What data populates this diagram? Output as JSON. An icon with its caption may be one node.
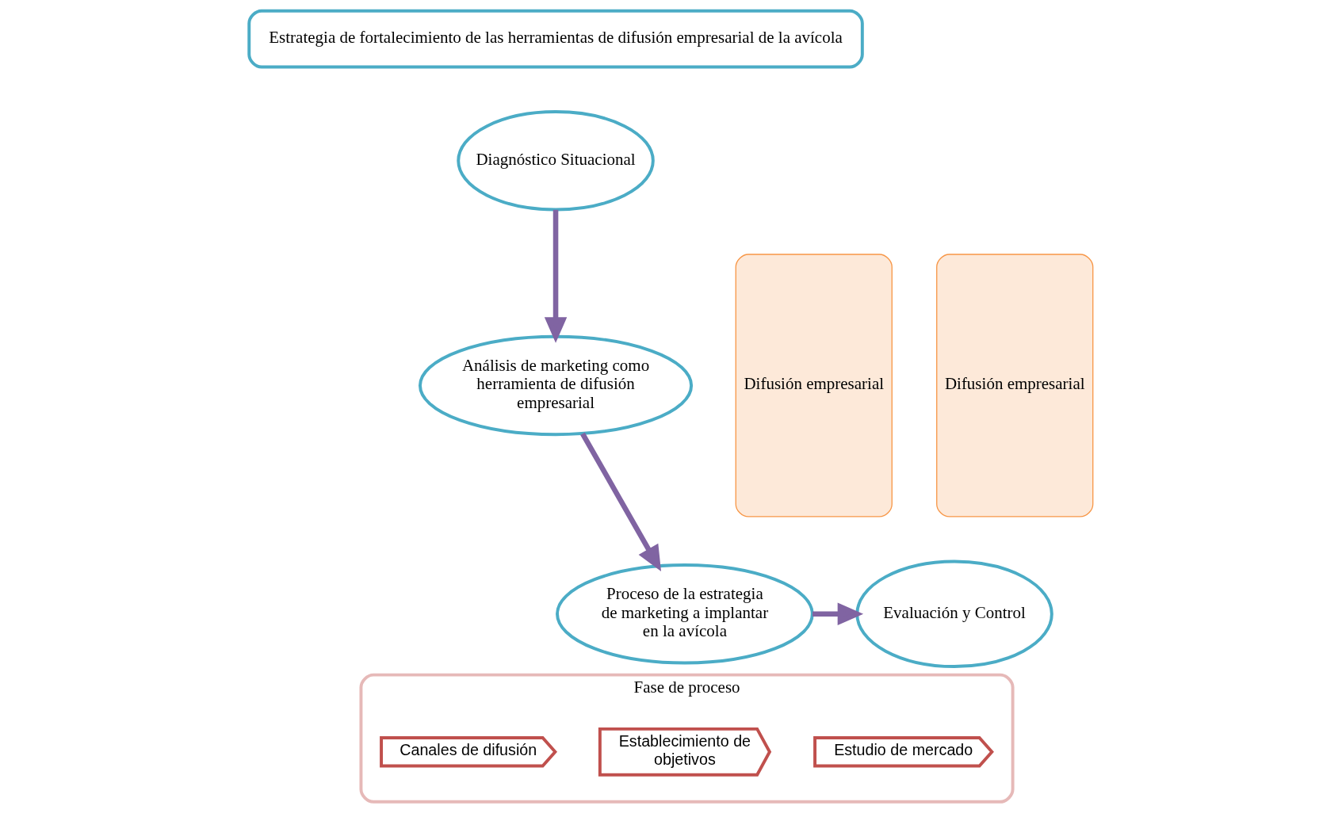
{
  "diagram": {
    "nodes": [
      {
        "text": [
          "Estrategia de fortalecimiento de las herramientas de difusión empresarial de la avícola"
        ]
      },
      {
        "text": [
          "Difusión empresarial"
        ]
      },
      {
        "text": [
          "Diagnóstico Situacional"
        ]
      },
      {
        "text": [
          "Análisis de marketing como herramienta de difusión empresarial"
        ]
      },
      {
        "text": [
          "Proceso de la estrategia de marketing a implantar en la avícola"
        ]
      },
      {
        "text": [
          "Evaluación y Control"
        ]
      },
      {
        "text": [
          "Fase de proceso"
        ]
      },
      {
        "text": [
          "Estudio de mercado"
        ],
        "in": 6
      },
      {
        "text": [
          "Establecimiento de objetivos"
        ],
        "in": 6
      },
      {
        "text": [
          "Canales de difusión"
        ],
        "in": 6
      },
      {
        "text": [
          "Difusión empresarial"
        ]
      }
    ],
    "edges": [
      {
        "from": 2,
        "to": 3,
        "arrow": "to"
      },
      {
        "from": 3,
        "to": 4,
        "arrow": "to"
      },
      {
        "from": 4,
        "to": 5,
        "arrow": "to"
      }
    ]
  }
}
